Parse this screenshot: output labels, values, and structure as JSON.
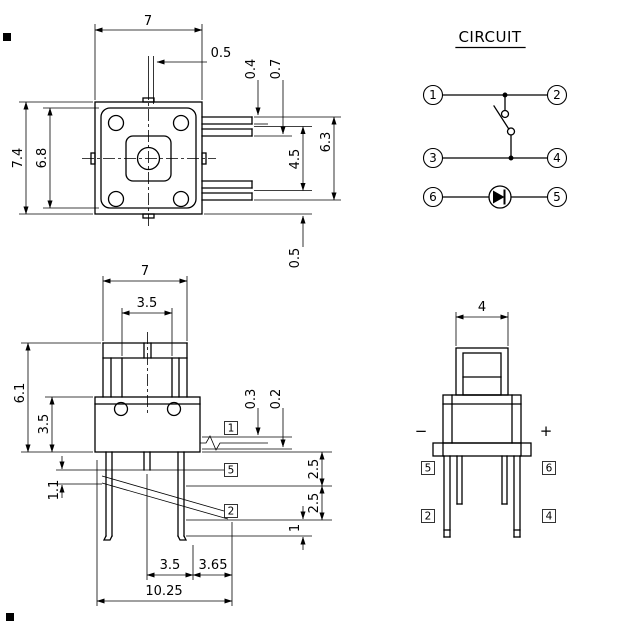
{
  "drawing": {
    "top_view": {
      "dim_width": "7",
      "dim_stem_offset": "0.5",
      "dim_lead_thickness": "0.4",
      "dim_lead_pitch": "0.7",
      "dim_height_outer": "7.4",
      "dim_height_inner": "6.8",
      "dim_lead_row_pitch": "4.5",
      "dim_lead_span": "6.3",
      "dim_lead_offset": "0.5"
    },
    "circuit": {
      "title": "CIRCUIT",
      "pin1": "1",
      "pin2": "2",
      "pin3": "3",
      "pin4": "4",
      "pin5": "5",
      "pin6": "6"
    },
    "front_view": {
      "dim_cap_width": "7",
      "dim_stem_width": "3.5",
      "dim_height": "6.1",
      "dim_body_height": "3.5",
      "dim_lead_bend": "1.1",
      "dim_step_a": "0.3",
      "dim_step_b": "0.2",
      "dim_pin_seg_a": "2.5",
      "dim_pin_seg_b": "2.5",
      "dim_pin_tip": "1",
      "dim_bottom_a": "3.5",
      "dim_bottom_b": "3.65",
      "dim_bottom_total": "10.25",
      "ref_1": "1",
      "ref_5": "5",
      "ref_2": "2"
    },
    "side_view": {
      "dim_cap_width": "4",
      "polarity_minus": "−",
      "polarity_plus": "+",
      "ref_5": "5",
      "ref_6": "6",
      "ref_2": "2",
      "ref_4": "4"
    }
  }
}
